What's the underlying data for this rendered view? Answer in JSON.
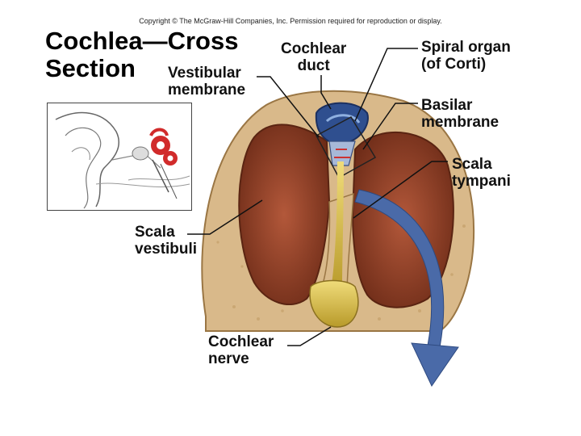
{
  "copyright": "Copyright © The McGraw-Hill Companies, Inc. Permission required for reproduction or display.",
  "title": {
    "line1": "Cochlea—Cross",
    "line2": "Section"
  },
  "labels": {
    "cochlear_duct": [
      "Cochlear",
      "duct"
    ],
    "spiral_organ": [
      "Spiral organ",
      "(of Corti)"
    ],
    "vestibular_membrane": [
      "Vestibular",
      "membrane"
    ],
    "basilar_membrane": [
      "Basilar",
      "membrane"
    ],
    "scala_tympani": [
      "Scala",
      "tympani"
    ],
    "scala_vestibuli": [
      "Scala",
      "vestibuli"
    ],
    "cochlear_nerve": [
      "Cochlear",
      "nerve"
    ]
  },
  "colors": {
    "bone": "#d9b98a",
    "bone_dark": "#b8945f",
    "chamber": "#8a3b24",
    "chamber_light": "#b3583a",
    "duct": "#2f4f8f",
    "nerve": "#d8c15a",
    "arrow": "#4a6aa8",
    "inner_ear_red": "#d12b2b"
  }
}
